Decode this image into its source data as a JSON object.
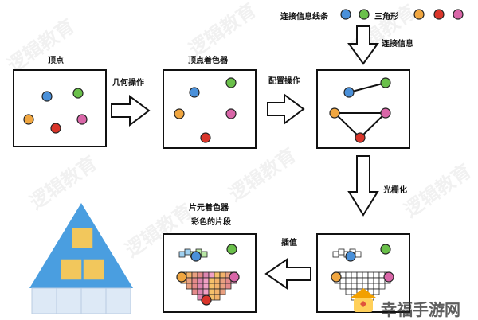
{
  "labels": {
    "vertices": "顶点",
    "geometry_op": "几何操作",
    "vertex_shader": "顶点着色器",
    "config_op": "配置操作",
    "connect_legend": "连接信息线条",
    "triangle_legend": "三角形",
    "connect_info": "连接信息",
    "rasterize": "光栅化",
    "fragment_shader": "片元着色器",
    "colored_fragments": "彩色的片段",
    "interpolate": "插值"
  },
  "watermark": {
    "text": "逻辑教育"
  },
  "brand": {
    "text": "幸福手游网"
  },
  "colors": {
    "blue": "#4a90d9",
    "green": "#6ac04a",
    "orange": "#f0a640",
    "red": "#d9352a",
    "pink": "#d966a8",
    "pyramid_blue": "#4a9ee0",
    "pyramid_yellow": "#f2c75c"
  }
}
